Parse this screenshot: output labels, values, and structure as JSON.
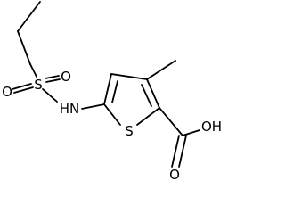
{
  "molecule": {
    "atoms": {
      "sulfonyl_sulfur": "S",
      "sulfonyl_oxygen_left": "O",
      "sulfonyl_oxygen_right": "O",
      "amine": "HN",
      "ring_sulfur": "S",
      "carbonyl_oxygen": "O",
      "hydroxyl": "OH"
    }
  }
}
